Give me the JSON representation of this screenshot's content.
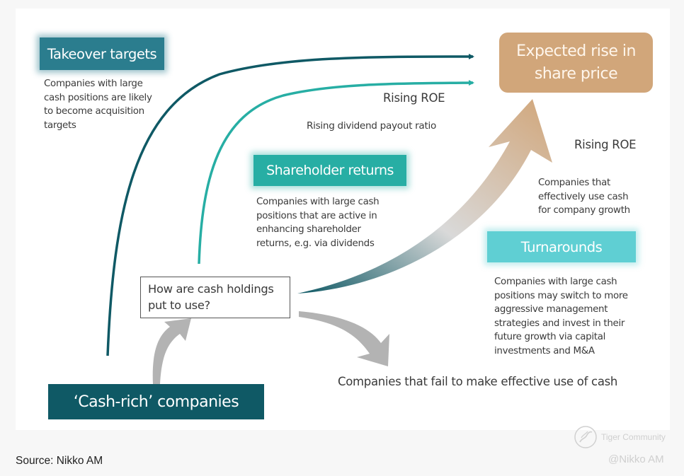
{
  "diagram": {
    "boxes": {
      "takeover": {
        "title": "Takeover targets",
        "description": "Companies with large cash positions are likely to become acquisition targets",
        "description_lines": [
          "Companies with large",
          "cash positions are likely",
          "to become acquisition",
          "targets"
        ]
      },
      "shareholder": {
        "title": "Shareholder returns",
        "description_lines": [
          "Companies with large cash",
          "positions that are active in",
          "enhancing shareholder",
          "returns, e.g. via dividends"
        ]
      },
      "turnarounds": {
        "title": "Turnarounds",
        "description_lines": [
          "Companies with large cash",
          "positions may switch to more",
          "aggressive management",
          "strategies and invest in their",
          "future growth via capital",
          "investments and M&A"
        ]
      },
      "expected": {
        "title_lines": [
          "Expected rise in",
          "share price"
        ]
      },
      "cashrich": {
        "title": "‘Cash-rich’ companies"
      },
      "question": {
        "text_lines": [
          "How are cash holdings",
          "put to use?"
        ]
      }
    },
    "labels": {
      "rising_roe_top": "Rising ROE",
      "rising_dividend": "Rising dividend payout ratio",
      "rising_roe_right": "Rising ROE",
      "effective_lines": [
        "Companies that",
        "effectively use cash",
        "for company growth"
      ],
      "fail": "Companies that fail to make effective use of cash"
    },
    "colors": {
      "dark_teal": "#0f5965",
      "teal": "#2b7d8e",
      "green_teal": "#27aea4",
      "light_teal": "#5fcfd3",
      "tan": "#d1a67a",
      "gray_arrow": "#b3b3b3"
    }
  },
  "footer": {
    "source": "Source: Nikko AM",
    "watermark_brand": "Tiger Community",
    "watermark_handle": "@Nikko AM"
  }
}
